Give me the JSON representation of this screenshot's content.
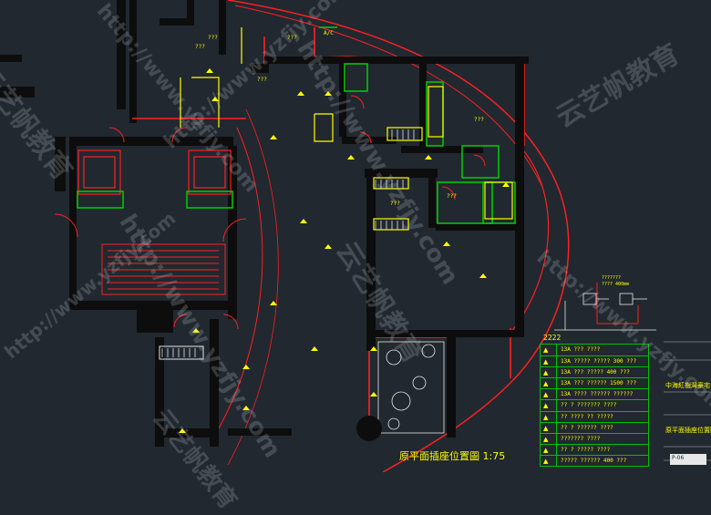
{
  "drawing": {
    "title": "原平面插座位置圖 1:75",
    "legend_heading": "2222",
    "legend_rows": [
      {
        "symbol": "▲",
        "code": "13A ??? ????"
      },
      {
        "symbol": "▲",
        "code": "13A ????? ????? 300 ???"
      },
      {
        "symbol": "▲",
        "code": "13A ??? ????? 400 ???"
      },
      {
        "symbol": "▲",
        "code": "13A ??? ?????? 1500 ???"
      },
      {
        "symbol": "▲",
        "code": "13A ???? ?????? ??????"
      },
      {
        "symbol": "▲",
        "code": "?? ? ??????? ????"
      },
      {
        "symbol": "▲",
        "code": "?? ???? ?? ?????"
      },
      {
        "symbol": "▲",
        "code": "?? ? ?????? ????"
      },
      {
        "symbol": "▲",
        "code": "??????? ????"
      },
      {
        "symbol": "▲",
        "code": "?? ? ????? ????"
      },
      {
        "symbol": "▲",
        "code": "????? ?????? 400 ???"
      }
    ],
    "room_tags": [
      "???",
      "???",
      "A/C",
      "???",
      "???",
      "???",
      "???",
      "???"
    ],
    "detail_note": "???????",
    "detail_dim": "???? 400mm"
  },
  "side_panel": {
    "project_label": "中海紅樹灣豪宅",
    "sheet_label": "原平面插座位置圖",
    "sheet_no": "P-06"
  },
  "watermarks": {
    "url": "http://www.yzfjy.com",
    "brand": "云艺帆教育"
  },
  "colors": {
    "background": "#212830",
    "wall": "#111111",
    "red": "#ff2020",
    "yellow": "#ffff00",
    "green": "#00d000",
    "white": "#e8e8e8"
  }
}
